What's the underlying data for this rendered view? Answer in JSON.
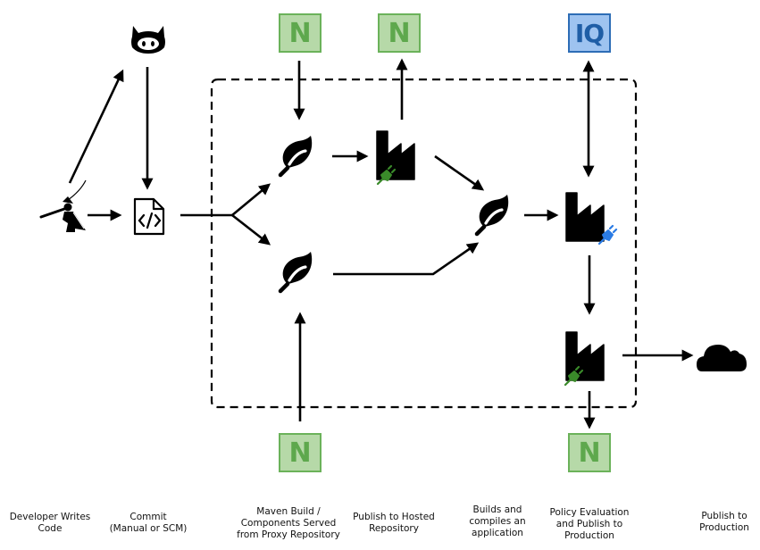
{
  "diagram": {
    "title": "Nexus Repository and IQ Server build and release flow",
    "colors": {
      "nexus_fill": "#b6d9a8",
      "nexus_border": "#6bb25a",
      "nexus_text": "#5ea84d",
      "iq_fill": "#9ec3f0",
      "iq_border": "#2d6db6",
      "iq_text": "#1f5ea6",
      "plugin_green": "#3a8a2a",
      "plugin_blue": "#2a7be4",
      "ink": "#000000"
    },
    "badges": {
      "nexus_proxy_top": "N",
      "nexus_hosted_top": "N",
      "iq_server": "IQ",
      "nexus_proxy_bottom": "N",
      "nexus_production": "N"
    },
    "icons": {
      "developer": "developer-icon",
      "github": "github-octocat-icon",
      "source_file": "code-file-icon",
      "maven_leaf": "leaf-icon",
      "jenkins_factory": "factory-icon",
      "plugin": "plug-icon",
      "cloud": "cloud-icon"
    },
    "stage_labels": [
      {
        "line1": "Developer Writes",
        "line2": "Code",
        "line3": ""
      },
      {
        "line1": "Commit",
        "line2": "(Manual or SCM)",
        "line3": ""
      },
      {
        "line1": "Maven Build /",
        "line2": "Components Served",
        "line3": "from Proxy Repository"
      },
      {
        "line1": "Publish to Hosted",
        "line2": "Repository",
        "line3": ""
      },
      {
        "line1": "Builds and",
        "line2": "compiles an",
        "line3": "application"
      },
      {
        "line1": "Policy Evaluation",
        "line2": "and Publish to",
        "line3": "Production"
      },
      {
        "line1": "Publish to",
        "line2": "Production",
        "line3": ""
      }
    ]
  }
}
